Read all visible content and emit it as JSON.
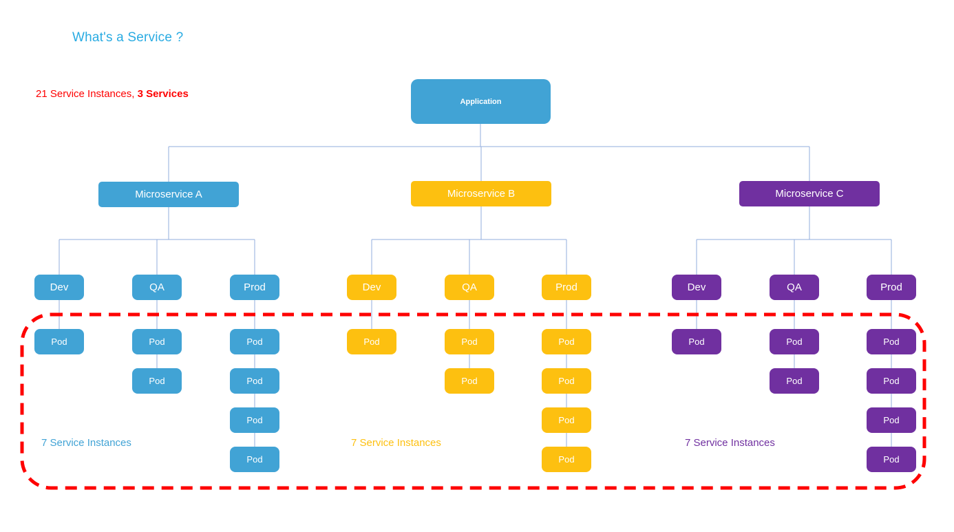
{
  "title": "What's a Service ?",
  "summary": {
    "normal": "21 Service Instances, ",
    "bold": "3 Services"
  },
  "application": {
    "label": "Application"
  },
  "pod_label": "Pod",
  "colors": {
    "blue": "#41a3d5",
    "yellow": "#fdc010",
    "purple": "#7030a0",
    "red": "#fe0000",
    "title_blue": "#29abe2",
    "connector_blue": "#92aedd"
  },
  "services": [
    {
      "name": "Microservice A",
      "color": "#41a3d5",
      "instances_label": "7 Service Instances",
      "environments": [
        {
          "label": "Dev",
          "pod_count": 1
        },
        {
          "label": "QA",
          "pod_count": 2
        },
        {
          "label": "Prod",
          "pod_count": 4
        }
      ]
    },
    {
      "name": "Microservice B",
      "color": "#fdc010",
      "instances_label": "7 Service Instances",
      "environments": [
        {
          "label": "Dev",
          "pod_count": 1
        },
        {
          "label": "QA",
          "pod_count": 2
        },
        {
          "label": "Prod",
          "pod_count": 4
        }
      ]
    },
    {
      "name": "Microservice C",
      "color": "#7030a0",
      "instances_label": "7 Service Instances",
      "environments": [
        {
          "label": "Dev",
          "pod_count": 1
        },
        {
          "label": "QA",
          "pod_count": 2
        },
        {
          "label": "Prod",
          "pod_count": 4
        }
      ]
    }
  ],
  "total_pods": 21,
  "total_services": 3
}
